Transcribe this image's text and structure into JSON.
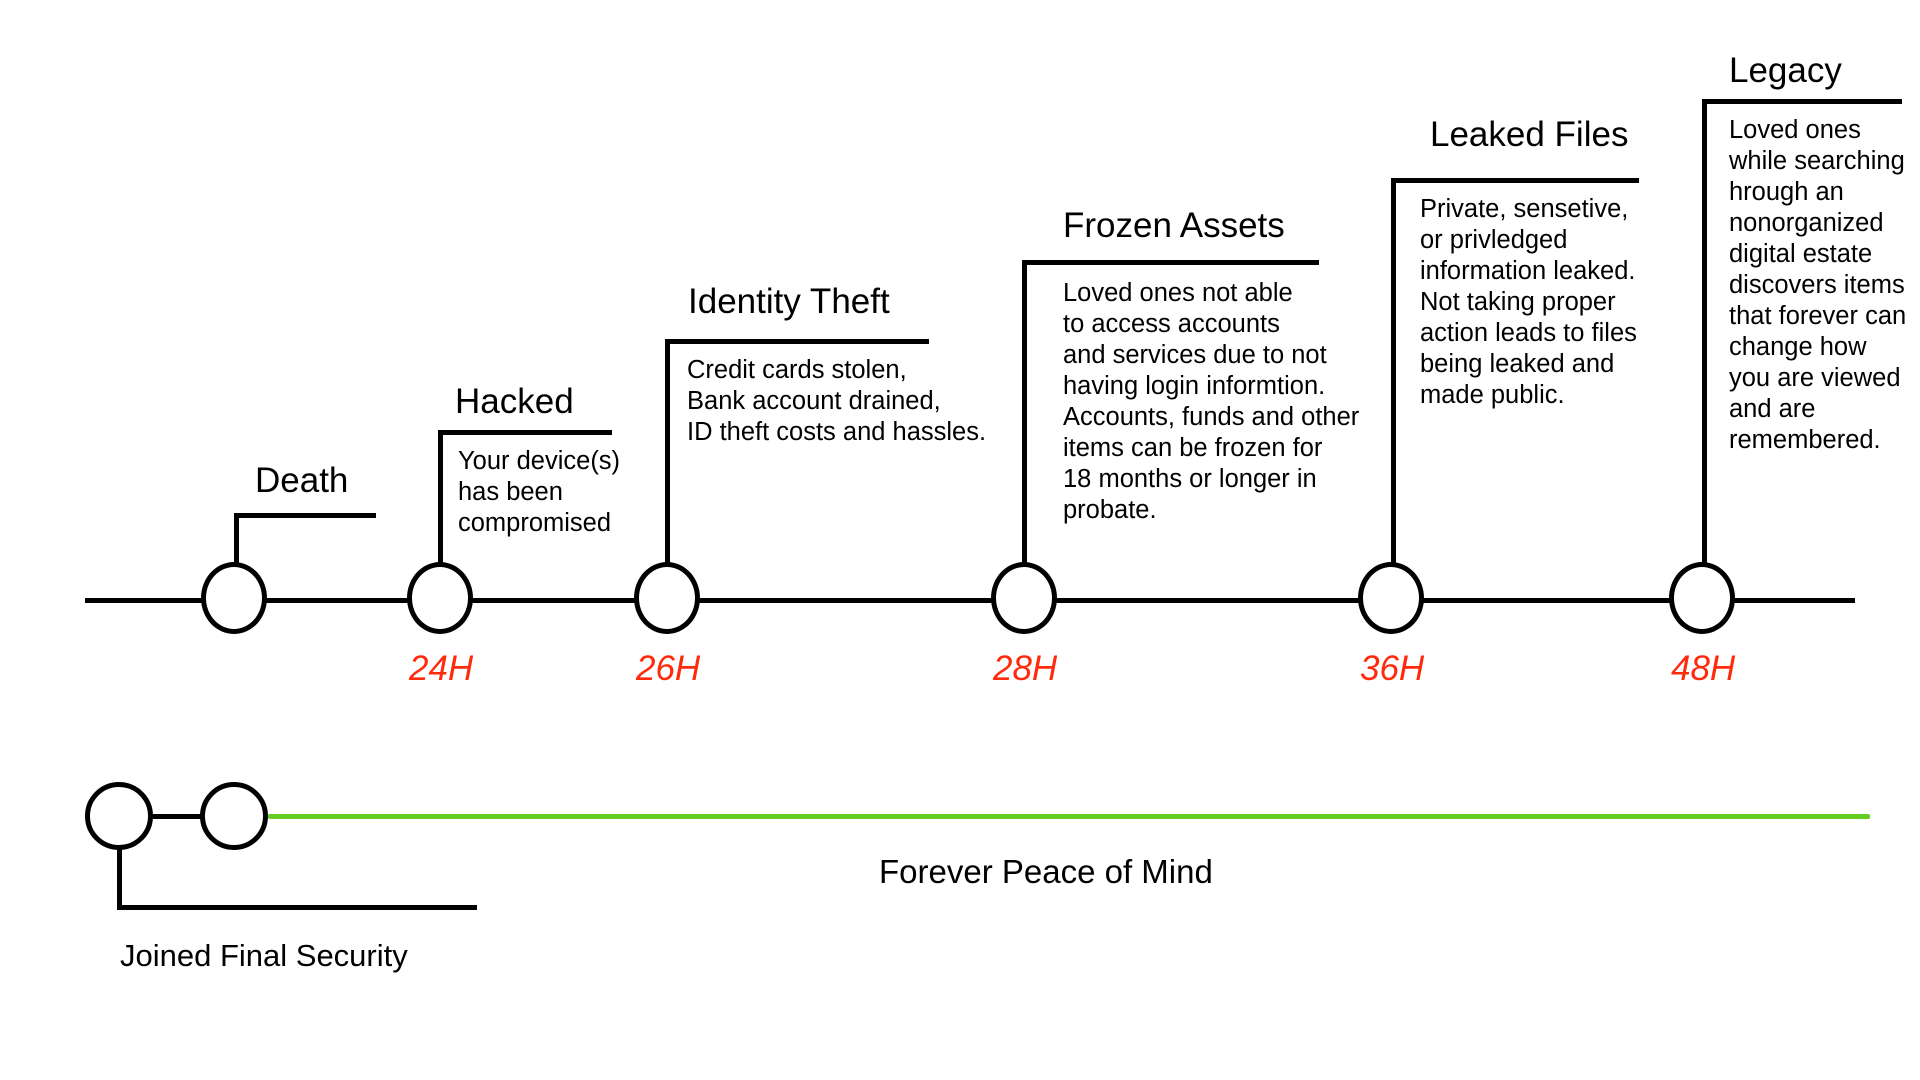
{
  "diagram": {
    "title_semantic": "digital-legacy-risk-timeline",
    "colors": {
      "line": "#000000",
      "hour_label": "#FF2A0B",
      "safe_line": "#66CC22",
      "background": "#FFFFFF"
    }
  },
  "timeline": {
    "events": [
      {
        "id": "death",
        "title": "Death",
        "body": "",
        "hour": ""
      },
      {
        "id": "hacked",
        "title": "Hacked",
        "body": "Your device(s)\nhas been\ncompromised",
        "hour": "24H"
      },
      {
        "id": "identity-theft",
        "title": "Identity Theft",
        "body": "Credit cards stolen,\nBank account drained,\nID theft costs and hassles.",
        "hour": "26H"
      },
      {
        "id": "frozen-assets",
        "title": "Frozen Assets",
        "body": "Loved ones not able\nto access accounts\nand services due to not\nhaving login informtion.\nAccounts, funds and other\nitems can be frozen for\n18 months or longer in\nprobate.",
        "hour": "28H"
      },
      {
        "id": "leaked-files",
        "title": "Leaked Files",
        "body": "Private, sensetive,\nor privledged\ninformation leaked.\nNot taking proper\naction leads to files\nbeing leaked and\nmade public.",
        "hour": "36H"
      },
      {
        "id": "legacy",
        "title": "Legacy",
        "body": "Loved ones\nwhile searching\nhrough an\nnonorganized\ndigital estate\ndiscovers items\nthat forever can\nchange how\nyou are viewed\nand are\nremembered.",
        "hour": "48H"
      }
    ]
  },
  "safe_path": {
    "label": "Joined Final Security",
    "outcome_label": "Forever Peace of Mind"
  }
}
